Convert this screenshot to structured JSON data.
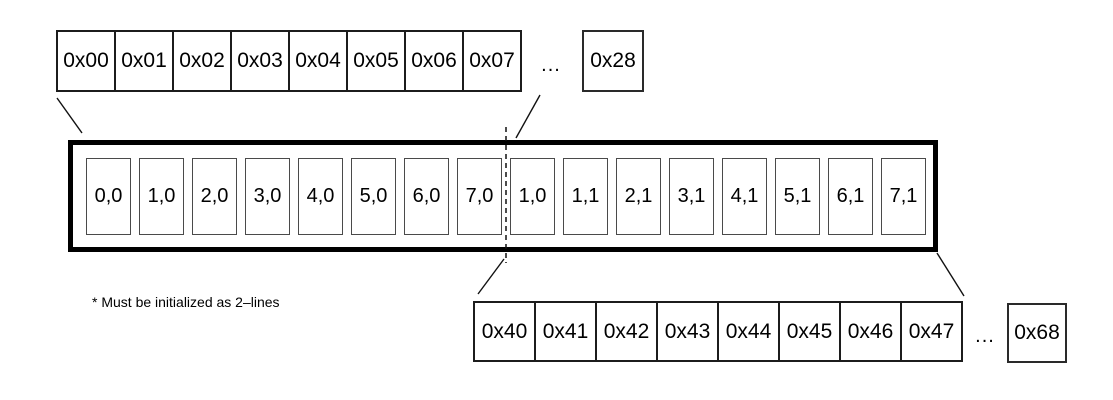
{
  "diagram": {
    "top_row": {
      "cells": [
        "0x00",
        "0x01",
        "0x02",
        "0x03",
        "0x04",
        "0x05",
        "0x06",
        "0x07"
      ],
      "ellipsis": "...",
      "last_cell": "0x28"
    },
    "ddram": {
      "cells": [
        "0,0",
        "1,0",
        "2,0",
        "3,0",
        "4,0",
        "5,0",
        "6,0",
        "7,0",
        "1,0",
        "1,1",
        "2,1",
        "3,1",
        "4,1",
        "5,1",
        "6,1",
        "7,1"
      ]
    },
    "bottom_row": {
      "cells": [
        "0x40",
        "0x41",
        "0x42",
        "0x43",
        "0x44",
        "0x45",
        "0x46",
        "0x47"
      ],
      "ellipsis": "...",
      "last_cell": "0x68"
    },
    "note": "* Must be initialized as 2–lines",
    "colors": {
      "background": "#ffffff",
      "line": "#000000"
    }
  }
}
